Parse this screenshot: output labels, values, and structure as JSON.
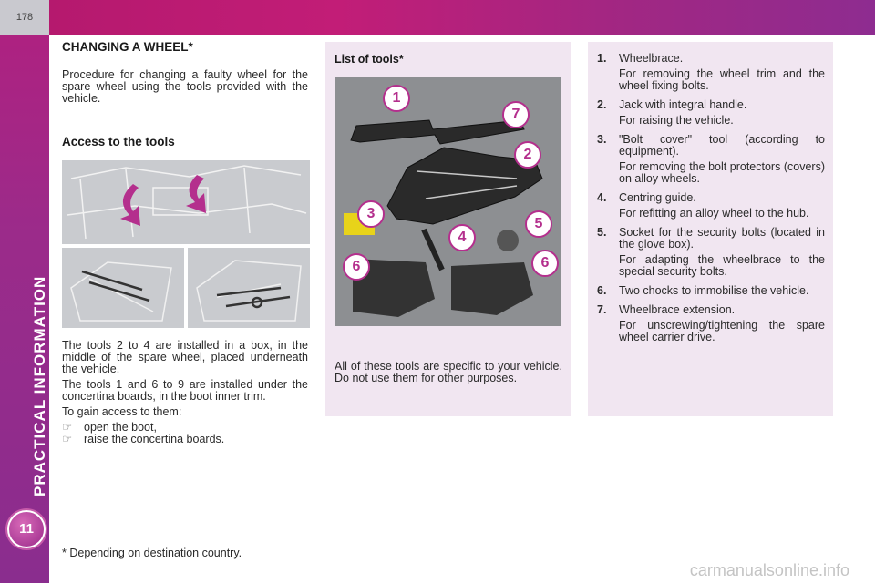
{
  "page_number": "178",
  "chapter": {
    "title": "PRACTICAL INFORMATION",
    "number": "11"
  },
  "section_title": "CHANGING A WHEEL*",
  "intro": "Procedure for changing a faulty wheel for the spare wheel using the tools provided with the vehicle.",
  "access_heading": "Access to the tools",
  "access_text_1": "The tools 2 to 4 are installed in a box, in the middle of the spare wheel, placed underneath the vehicle.",
  "access_text_2": "The tools 1 and 6 to 9 are installed under the concertina boards, in the boot inner trim.",
  "access_text_3": "To gain access to them:",
  "steps": [
    "open the boot,",
    "raise the concertina boards."
  ],
  "list_heading": "List of tools*",
  "list_note": "All of these tools are specific to your vehicle. Do not use them for other purposes.",
  "tools": [
    {
      "num": "1.",
      "name": "Wheelbrace.",
      "desc": "For removing the wheel trim and the wheel fixing bolts."
    },
    {
      "num": "2.",
      "name": "Jack with integral handle.",
      "desc": "For raising the vehicle."
    },
    {
      "num": "3.",
      "name": "\"Bolt cover\" tool (according to equipment).",
      "desc": "For removing the bolt protectors (covers) on alloy wheels."
    },
    {
      "num": "4.",
      "name": "Centring guide.",
      "desc": "For refitting an alloy wheel to the hub."
    },
    {
      "num": "5.",
      "name": "Socket for the security bolts (located in the glove box).",
      "desc": "For adapting the wheelbrace to the special security bolts."
    },
    {
      "num": "6.",
      "name": "Two chocks to immobilise the vehicle.",
      "desc": ""
    },
    {
      "num": "7.",
      "name": "Wheelbrace extension.",
      "desc": "For unscrewing/tightening the spare wheel carrier drive."
    }
  ],
  "tool_labels": [
    "1",
    "7",
    "2",
    "3",
    "4",
    "5",
    "6",
    "6"
  ],
  "footnote": "* Depending on destination country.",
  "watermark": "carmanualsonline.info",
  "colors": {
    "accent": "#b5196e",
    "sidebar": "#9b2b8a",
    "panel": "#f1e6f1"
  }
}
